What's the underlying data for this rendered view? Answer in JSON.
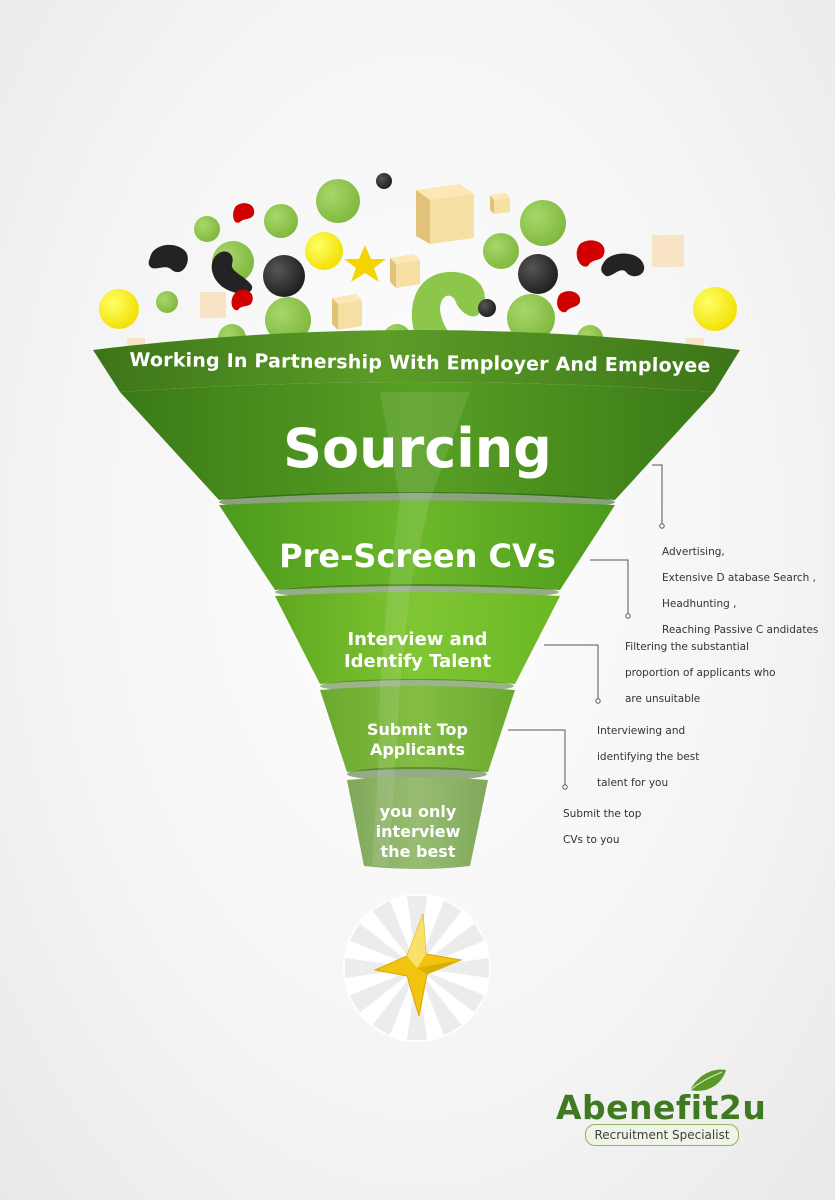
{
  "funnel": {
    "rim_title": "Working In Partnership With Employer And Employee",
    "stages": [
      {
        "id": "sourcing",
        "title": "Sourcing",
        "note_lines": [
          "Advertising,",
          "Extensive D atabase Search  ,",
          "Headhunting  ,",
          "Reaching Passive C  andidates"
        ]
      },
      {
        "id": "pre-screen",
        "title": "Pre-Screen CVs",
        "note_lines": [
          "Filtering the substantial",
          "proportion of applicants who",
          "are  unsuitable"
        ]
      },
      {
        "id": "interview",
        "title_lines": [
          "Interview and",
          "Identify Talent"
        ],
        "note_lines": [
          "Interviewing and",
          "identifying  the best",
          "talent for you"
        ]
      },
      {
        "id": "submit",
        "title_lines": [
          "Submit Top",
          "Applicants"
        ],
        "note_lines": [
          "Submit the top",
          "CVs to you"
        ]
      },
      {
        "id": "best",
        "title_lines": [
          "you only",
          "interview",
          "the best"
        ]
      }
    ]
  },
  "logo": {
    "name": "Abenefit2u",
    "tagline": "Recruitment Specialist"
  },
  "colors": {
    "dark_green": "#3f7a1e",
    "mid_green": "#5a9a2a",
    "light_green": "#7cc21e",
    "lime_ball": "#8bc34a",
    "yellow_ball": "#ffee00",
    "dark_ball": "#2b2b2b",
    "red_bean": "#d40000",
    "cube": "#f2dc9e",
    "star": "#f2c400"
  }
}
